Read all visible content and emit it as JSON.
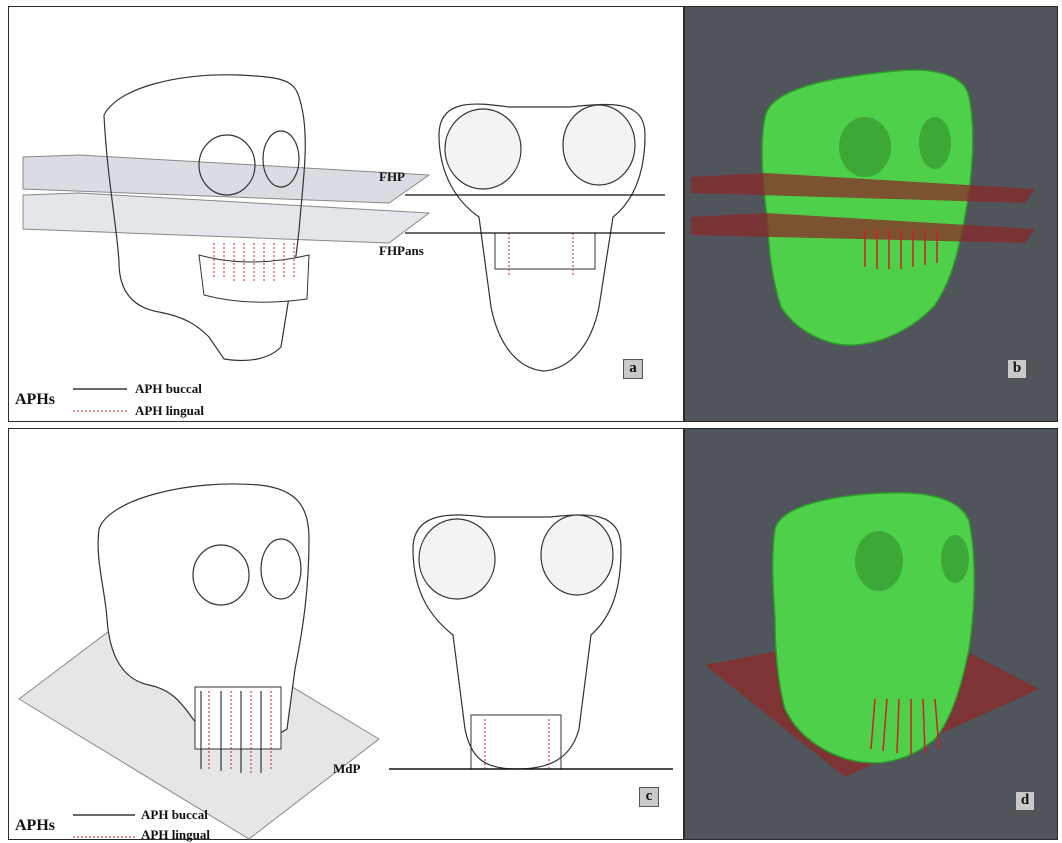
{
  "panels": {
    "a": {
      "tag": "a",
      "planes": [
        "FHP",
        "FHPans"
      ]
    },
    "b": {
      "tag": "b"
    },
    "c": {
      "tag": "c",
      "planes": [
        "MdP"
      ]
    },
    "d": {
      "tag": "d"
    }
  },
  "legend": {
    "title": "APHs",
    "buccal": "APH buccal",
    "lingual": "APH lingual"
  },
  "colors": {
    "background_3d": "#50555b",
    "skull_3d": "#4fd04a",
    "plane_3d": "#8a2a2a",
    "aph_lingual": "#cc2222",
    "aph_buccal": "#111111"
  }
}
